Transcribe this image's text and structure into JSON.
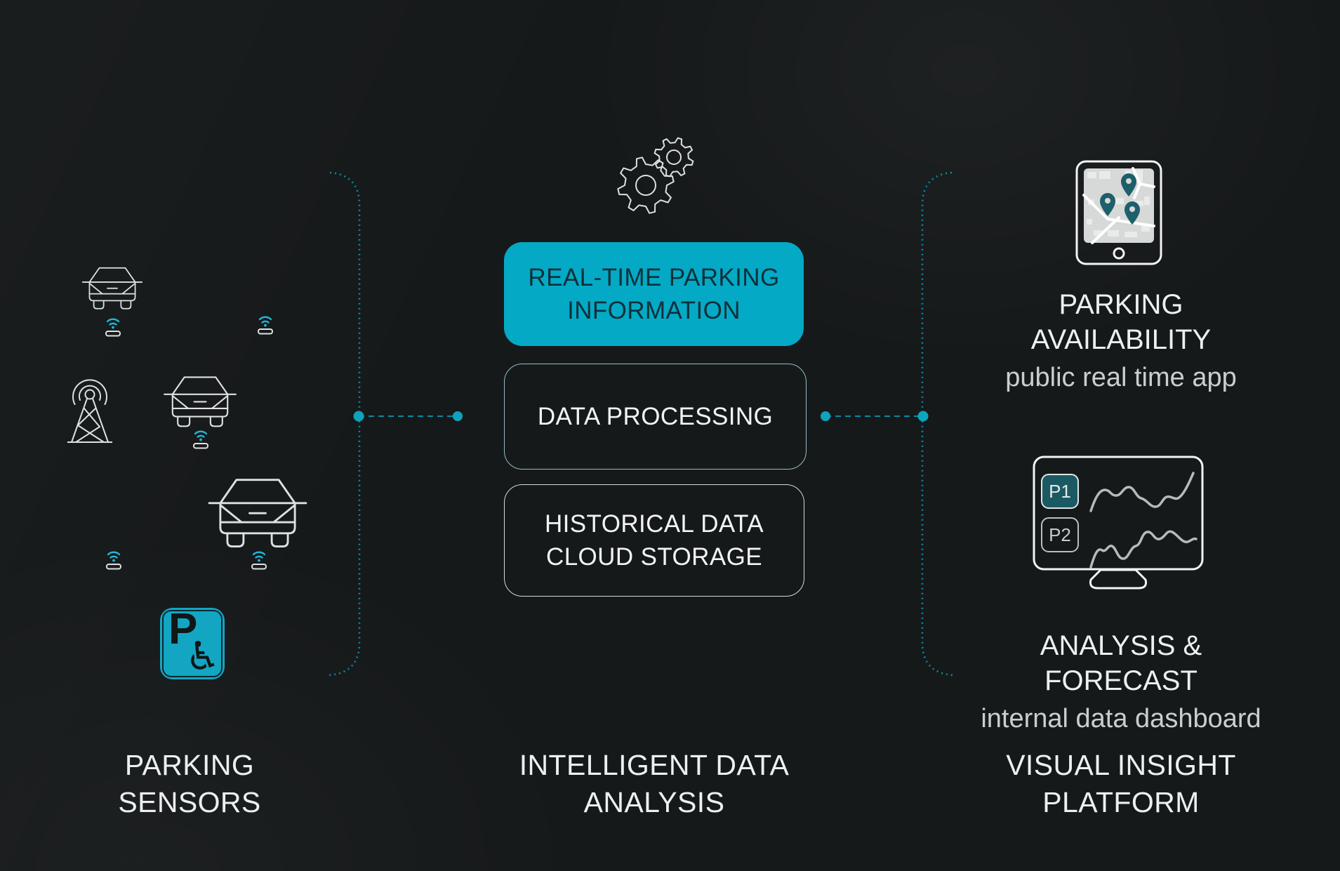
{
  "palette": {
    "background": "#16191a",
    "accent_teal": "#04a9c5",
    "bright_teal": "#1fb6d8",
    "bracket_teal": "#0d89a1",
    "dark_text_on_teal": "#0e3039",
    "light_text": "#edf0f0",
    "muted_text": "#c9cfcf"
  },
  "left_column": {
    "caption": "PARKING\nSENSORS",
    "icons": {
      "car": "car-front-outline-icon",
      "sensor": "wifi-ground-sensor-icon",
      "antenna": "radio-tower-icon",
      "sign": {
        "name": "accessible-parking-sign",
        "letter": "P",
        "symbol": "♿"
      }
    }
  },
  "center_column": {
    "top_icon": "gears-icon",
    "boxes": [
      {
        "label": "REAL-TIME PARKING\nINFORMATION",
        "variant": "filled"
      },
      {
        "label": "DATA PROCESSING",
        "variant": "outlined-teal"
      },
      {
        "label": "HISTORICAL DATA\nCLOUD STORAGE",
        "variant": "outlined-light"
      }
    ],
    "caption": "INTELLIGENT DATA\nANALYSIS"
  },
  "right_column": {
    "app": {
      "icon": "tablet-map-icon",
      "title": "PARKING\nAVAILABILITY",
      "subtitle": "public real time app"
    },
    "dashboard": {
      "icon": "monitor-charts-icon",
      "badges": [
        "P1",
        "P2"
      ],
      "title": "ANALYSIS & FORECAST",
      "subtitle": "internal data dashboard"
    },
    "caption": "VISUAL INSIGHT\nPLATFORM"
  }
}
